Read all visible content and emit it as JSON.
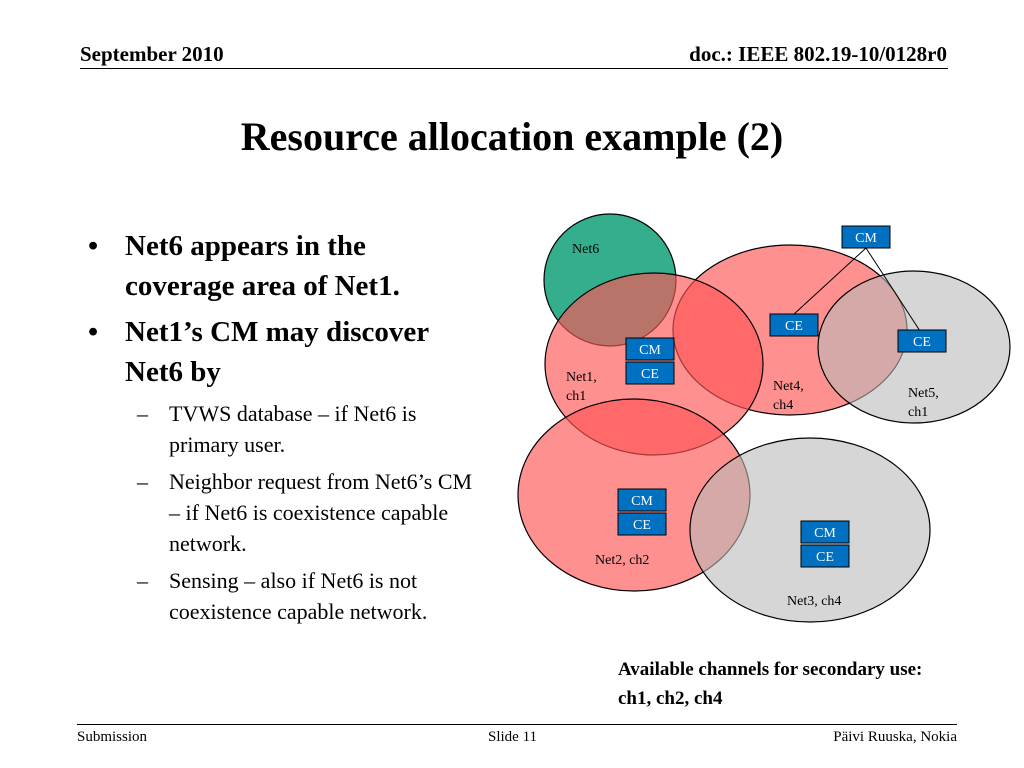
{
  "header": {
    "date": "September 2010",
    "doc": "doc.: IEEE 802.19-10/0128r0"
  },
  "title": "Resource allocation example (2)",
  "bullets": [
    {
      "text": "Net6 appears in the coverage area of Net1.",
      "lines": [
        "Net6 appears in the",
        "coverage area of Net1."
      ],
      "sub": []
    },
    {
      "text": "Net1’s CM may discover Net6 by",
      "lines": [
        "Net1’s CM may discover",
        "Net6 by"
      ],
      "sub": [
        {
          "text": "TVWS database – if Net6 is primary user.",
          "lines": [
            "TVWS database – if Net6 is",
            "primary user."
          ]
        },
        {
          "text": "Neighbor request from Net6’s CM – if Net6 is coexistence capable network.",
          "lines": [
            "Neighbor request from Net6’s CM",
            "– if Net6 is coexistence capable",
            "network."
          ]
        },
        {
          "text": "Sensing – also if Net6 is not coexistence capable network.",
          "lines": [
            "Sensing – also if Net6 is not",
            "coexistence capable network."
          ]
        }
      ]
    }
  ],
  "diagram": {
    "networks": [
      {
        "id": "net6",
        "label_lines": [
          "Net6"
        ],
        "color": "#2aaa88"
      },
      {
        "id": "net1",
        "label_lines": [
          "Net1,",
          "ch1"
        ],
        "color": "#ff6666"
      },
      {
        "id": "net4",
        "label_lines": [
          "Net4,",
          "ch4"
        ],
        "color": "#ff6666"
      },
      {
        "id": "net5",
        "label_lines": [
          "Net5,",
          "ch1"
        ],
        "color": "#bbbbbb"
      },
      {
        "id": "net2",
        "label_lines": [
          "Net2, ch2"
        ],
        "color": "#ff6666"
      },
      {
        "id": "net3",
        "label_lines": [
          "Net3, ch4"
        ],
        "color": "#bbbbbb"
      }
    ],
    "boxes": {
      "cm_label": "CM",
      "ce_label": "CE",
      "fill": "#0070c0"
    }
  },
  "available": {
    "lines": [
      "Available channels for secondary use:",
      "ch1, ch2, ch4"
    ]
  },
  "footer": {
    "left": "Submission",
    "center": "Slide 11",
    "right": "Päivi Ruuska, Nokia"
  }
}
